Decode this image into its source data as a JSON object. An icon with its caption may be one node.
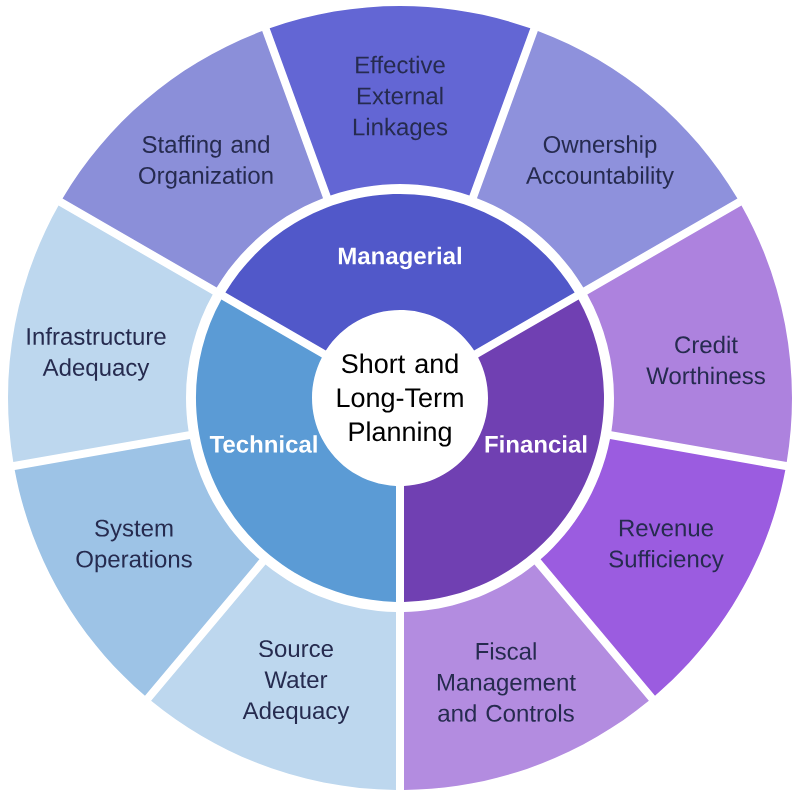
{
  "diagram": {
    "nodes": [
      {
        "text": [
          "Short and Long-Term Planning"
        ]
      },
      {
        "text": [
          "Managerial"
        ]
      },
      {
        "text": [
          "Financial"
        ]
      },
      {
        "text": [
          "Technical"
        ]
      },
      {
        "text": [
          "Staffing and Organization"
        ]
      },
      {
        "text": [
          "Effective External Linkages"
        ]
      },
      {
        "text": [
          "Ownership Accountability"
        ]
      },
      {
        "text": [
          "Credit Worthiness"
        ]
      },
      {
        "text": [
          "Revenue Sufficiency"
        ]
      },
      {
        "text": [
          "Fiscal Management and Controls"
        ]
      },
      {
        "text": [
          "Source Water Adequacy"
        ]
      },
      {
        "text": [
          "System Operations"
        ]
      },
      {
        "text": [
          "Infrastructure Adequacy"
        ]
      }
    ]
  }
}
